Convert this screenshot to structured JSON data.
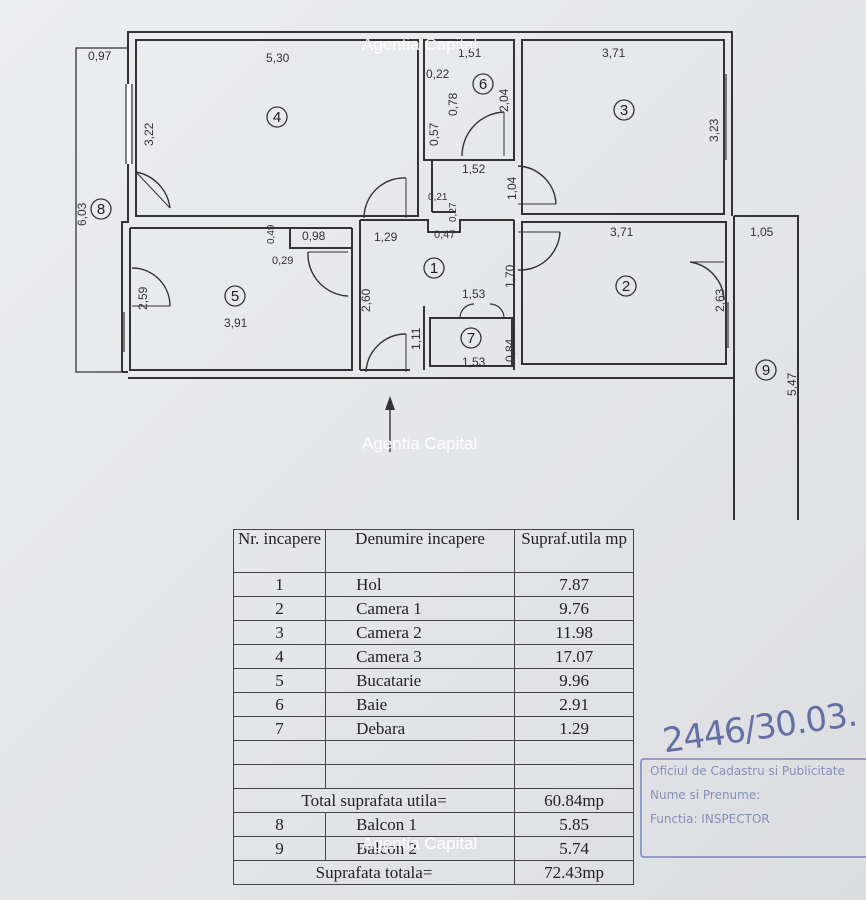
{
  "watermark": "Agentia Capital",
  "plan": {
    "rooms": [
      {
        "id": "1"
      },
      {
        "id": "2"
      },
      {
        "id": "3"
      },
      {
        "id": "4"
      },
      {
        "id": "5"
      },
      {
        "id": "6"
      },
      {
        "id": "7"
      },
      {
        "id": "8"
      },
      {
        "id": "9"
      }
    ],
    "dimensions": [
      "0,97",
      "5,30",
      "1,51",
      "3,71",
      "0,22",
      "2,04",
      "0,78",
      "3,22",
      "0,57",
      "3,23",
      "1,52",
      "1,04",
      "6,03",
      "0,21",
      "0,27",
      "1,29",
      "0,47",
      "0,98",
      "0,49",
      "0,29",
      "3,71",
      "1,05",
      "1,70",
      "2,59",
      "2,60",
      "2,63",
      "3,91",
      "1,53",
      "1,11",
      "0,84",
      "1,53",
      "5,47"
    ]
  },
  "table": {
    "headers": [
      "Nr. incapere",
      "Denumire incapere",
      "Supraf.utila mp"
    ],
    "rows": [
      {
        "nr": "1",
        "name": "Hol",
        "area": "7.87"
      },
      {
        "nr": "2",
        "name": "Camera 1",
        "area": "9.76"
      },
      {
        "nr": "3",
        "name": "Camera 2",
        "area": "11.98"
      },
      {
        "nr": "4",
        "name": "Camera 3",
        "area": "17.07"
      },
      {
        "nr": "5",
        "name": "Bucatarie",
        "area": "9.96"
      },
      {
        "nr": "6",
        "name": "Baie",
        "area": "2.91"
      },
      {
        "nr": "7",
        "name": "Debara",
        "area": "1.29"
      }
    ],
    "total_useful_label": "Total suprafata utila=",
    "total_useful_value": "60.84mp",
    "balcony_rows": [
      {
        "nr": "8",
        "name": "Balcon 1",
        "area": "5.85"
      },
      {
        "nr": "9",
        "name": "Balcon 2",
        "area": "5.74"
      }
    ],
    "total_label": "Suprafata totala=",
    "total_value": "72.43mp"
  },
  "stamp": {
    "handwritten": "2446/30.03.",
    "line1": "Oficiul de Cadastru si Publicitate",
    "line2": "Nume si Prenume:",
    "line3": "Functia:  INSPECTOR"
  }
}
